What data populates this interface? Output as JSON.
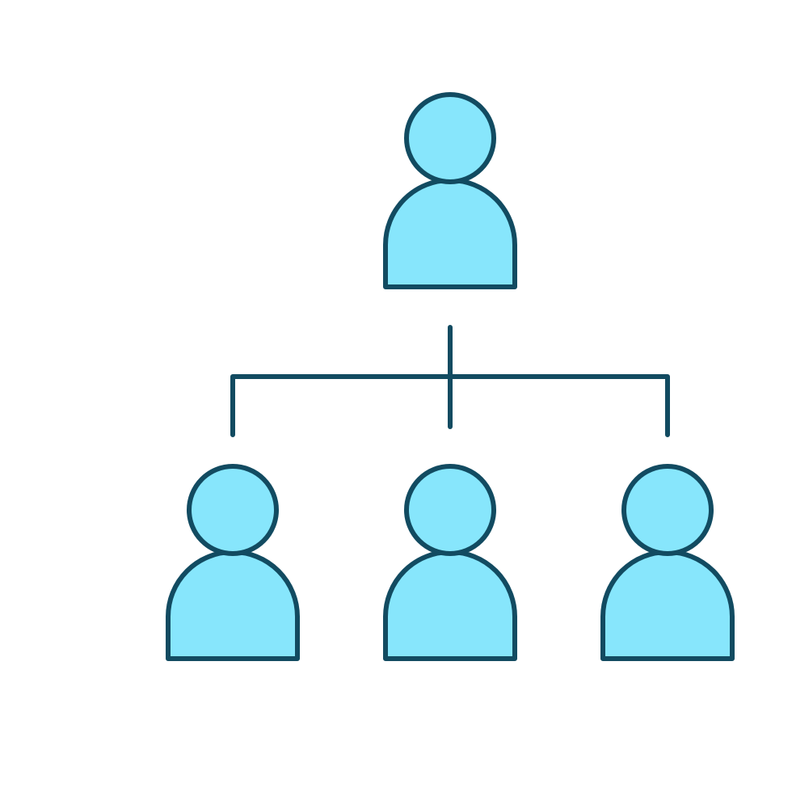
{
  "diagram": {
    "type": "org-chart",
    "icon": "people-hierarchy-icon",
    "colors": {
      "fill": "#87e6fc",
      "stroke": "#124b61",
      "background": "#ffffff"
    },
    "nodes": [
      {
        "id": "top",
        "role": "leader",
        "icon": "person-icon"
      },
      {
        "id": "child-1",
        "role": "member",
        "icon": "person-icon",
        "parent": "top"
      },
      {
        "id": "child-2",
        "role": "member",
        "icon": "person-icon",
        "parent": "top"
      },
      {
        "id": "child-3",
        "role": "member",
        "icon": "person-icon",
        "parent": "top"
      }
    ]
  }
}
